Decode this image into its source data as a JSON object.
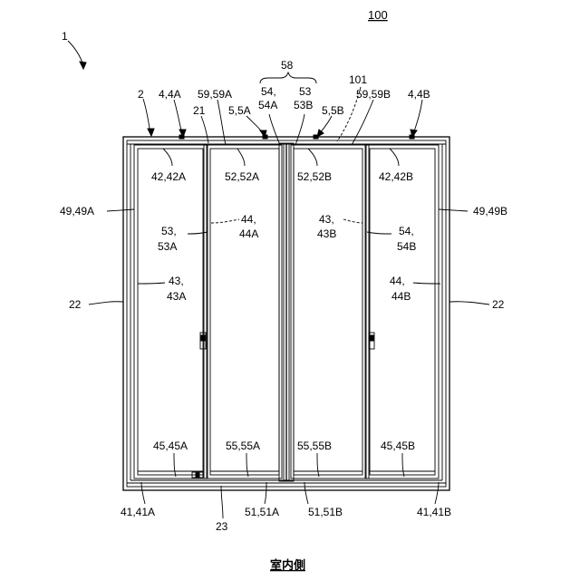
{
  "figure": {
    "number": "100",
    "caption": "室内側"
  },
  "labels": {
    "l1": "1",
    "l2": "2",
    "l4_4A": "4,4A",
    "l59_59A": "59,59A",
    "l21": "21",
    "l5_5A": "5,5A",
    "l58": "58",
    "l54": "54,",
    "l54A": "54A",
    "l53": "53",
    "l53B": "53B",
    "l5_5B": "5,5B",
    "l101": "101",
    "l59_59B": "59,59B",
    "l4_4B": "4,4B",
    "l42_42A": "42,42A",
    "l52_52A": "52,52A",
    "l52_52B": "52,52B",
    "l42_42B": "42,42B",
    "l49_49A": "49,49A",
    "l49_49B": "49,49B",
    "l53c": "53,",
    "l53A": "53A",
    "l44a": "44,",
    "l44A": "44A",
    "l43a": "43,",
    "l43B": "43B",
    "l54c": "54,",
    "l54B": "54B",
    "l43b": "43,",
    "l43A": "43A",
    "l44b": "44,",
    "l44B": "44B",
    "l22L": "22",
    "l22R": "22",
    "l45_45A": "45,45A",
    "l55_55A": "55,55A",
    "l55_55B": "55,55B",
    "l45_45B": "45,45B",
    "l41_41A": "41,41A",
    "l51_51A": "51,51A",
    "l51_51B": "51,51B",
    "l41_41B": "41,41B",
    "l23": "23"
  }
}
